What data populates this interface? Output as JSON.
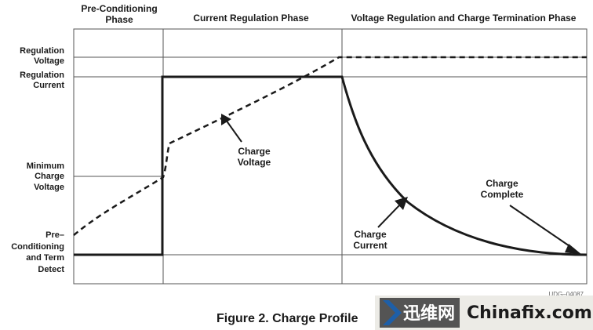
{
  "phases": {
    "pre": [
      "Pre-Conditioning",
      "Phase"
    ],
    "current": "Current Regulation Phase",
    "voltage": "Voltage Regulation and Charge Termination Phase"
  },
  "y_labels": {
    "reg_voltage": [
      "Regulation",
      "Voltage"
    ],
    "reg_current": [
      "Regulation",
      "Current"
    ],
    "min_voltage": [
      "Minimum",
      "Charge",
      "Voltage"
    ],
    "precond": [
      "Pre–",
      "Conditioning",
      "and Term",
      "Detect"
    ]
  },
  "annotations": {
    "charge_voltage": [
      "Charge",
      "Voltage"
    ],
    "charge_current": [
      "Charge",
      "Current"
    ],
    "charge_complete": [
      "Charge",
      "Complete"
    ]
  },
  "figure_code": "UDG–04087",
  "caption": "Figure 2.  Charge Profile",
  "watermark": {
    "cn": "迅维网",
    "en": "Chinafix.com"
  },
  "colors": {
    "line": "#1a1a1a",
    "grid": "#555555",
    "watermark_arrow": "#1e5fa8"
  }
}
